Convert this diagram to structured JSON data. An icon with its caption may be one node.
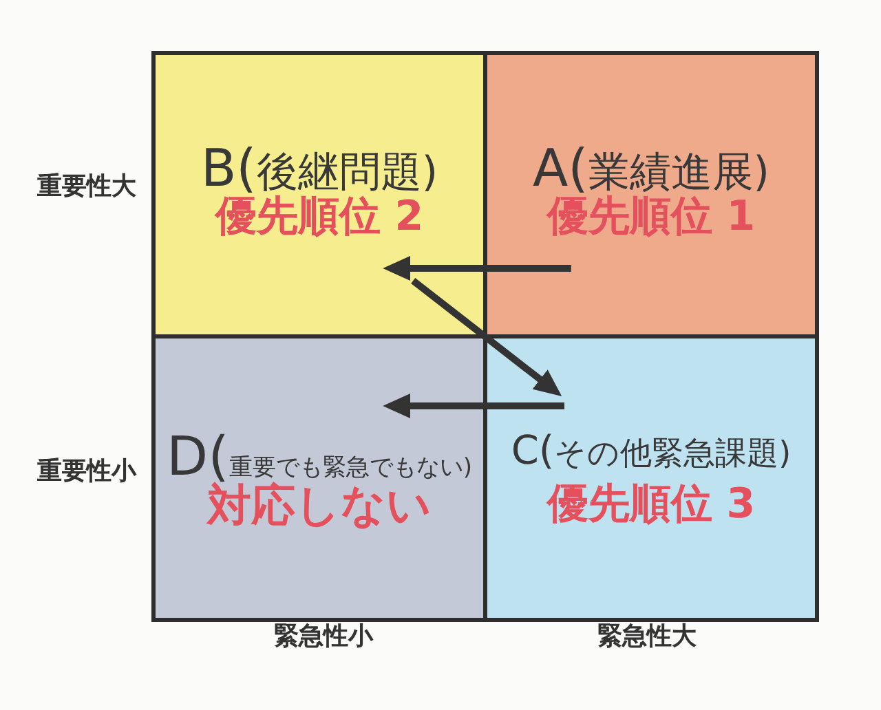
{
  "diagram": {
    "nodes": [
      {
        "text": [
          "B(後継問題)",
          "優先順位 2"
        ]
      },
      {
        "text": [
          "A(業績進展)",
          "優先順位 1"
        ]
      },
      {
        "text": [
          "D(重要でも緊急でもない)",
          "対応しない"
        ]
      },
      {
        "text": [
          "C(その他緊急課題)",
          "優先順位 3"
        ]
      }
    ],
    "edges": [
      {
        "from": 1,
        "to": 0,
        "arrow": "to"
      },
      {
        "from": 0,
        "to": 3,
        "arrow": "to"
      },
      {
        "from": 3,
        "to": 2,
        "arrow": "to"
      }
    ],
    "labels": [
      "重要性大",
      "重要性小",
      "緊急性小",
      "緊急性大"
    ]
  }
}
